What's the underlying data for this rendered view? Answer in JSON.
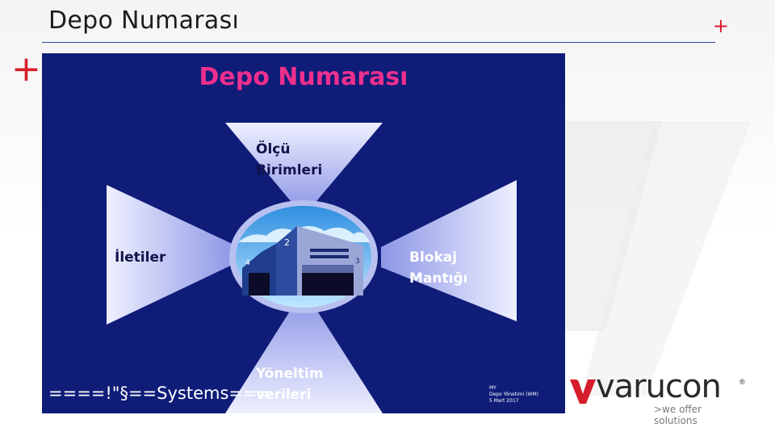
{
  "slide": {
    "title": "Depo Numarası"
  },
  "panel": {
    "title": "Depo Numarası",
    "labels": {
      "top_line1": "Ölçü",
      "top_line2": "Birimleri",
      "left": "İletiler",
      "right_line1": "Blokaj",
      "right_line2": "Mantığı",
      "bottom_line1": "Yöneltim",
      "bottom_line2": "verileri"
    },
    "systems_text": "====!\"§==Systems===",
    "footnote": {
      "line1": "MY",
      "line2": "Depo Yönetimi (WM)",
      "line3": "5 Mart 2017"
    },
    "building_numbers": [
      "2",
      "3",
      "4"
    ]
  },
  "logo": {
    "brand": "varucon",
    "tagline": ">we offer solutions",
    "reg": "®"
  },
  "colors": {
    "panel_bg": "#0f1c78",
    "accent_pink": "#ee2f8e",
    "plus_red": "#d61d2b",
    "title_rule": "#2b4aa0"
  }
}
